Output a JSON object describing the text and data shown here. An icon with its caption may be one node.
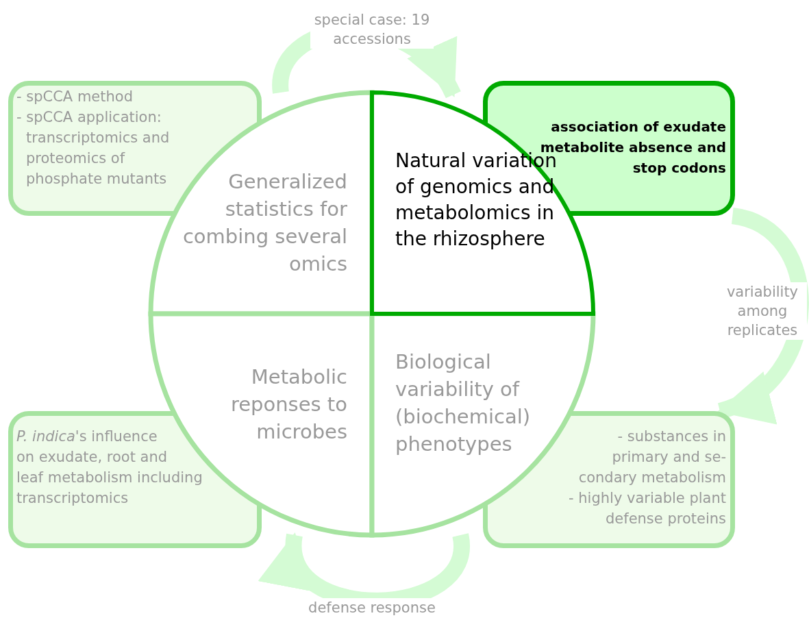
{
  "diagram": {
    "nodes": [
      {
        "text": [
          "- spCCA method",
          "- spCCA application: transcriptomics and proteomics of phosphate mutants"
        ]
      },
      {
        "text": [
          "Generalized statistics for combing several omics"
        ]
      },
      {
        "text": [
          "Natural variation of genomics and metabolomics in the rhizosphere"
        ]
      },
      {
        "text": [
          "association of exudate metabolite absence and stop codons"
        ]
      },
      {
        "text": [
          "Metabolic reponses to microbes"
        ]
      },
      {
        "text": [
          "Biological variability of (biochemical) phenotypes"
        ]
      },
      {
        "text": [
          "*P. indica*'s influence on exudate, root and leaf metabolism including transcriptomics"
        ]
      },
      {
        "text": [
          "- substances in primary and se- condary metabolism",
          "- highly variable plant defense proteins"
        ]
      }
    ],
    "edges": [
      {
        "from": 1,
        "to": 2,
        "arrow": "to",
        "label": "special case: 19 accessions"
      },
      {
        "from": 3,
        "to": 7,
        "arrow": "to",
        "label": "variability among replicates"
      },
      {
        "from": 5,
        "to": 4,
        "arrow": "to",
        "label": "defense response"
      }
    ]
  }
}
